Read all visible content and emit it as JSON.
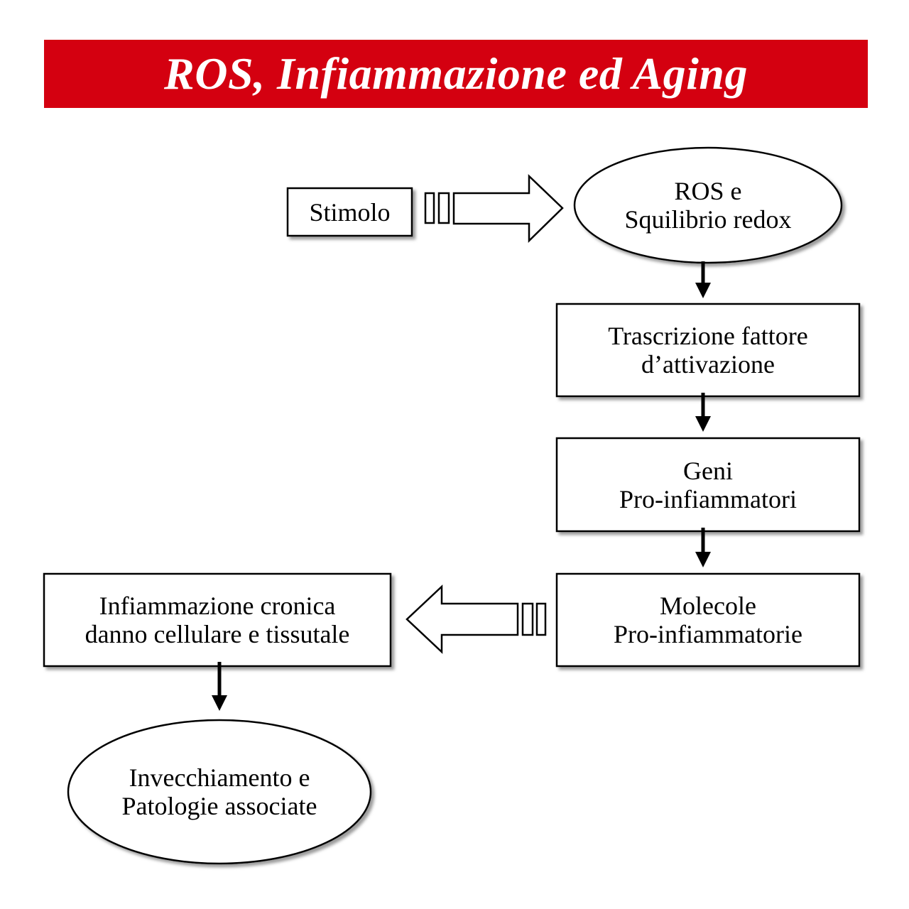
{
  "title": "ROS, Infiammazione ed Aging",
  "colors": {
    "banner": "#d40010",
    "title_text": "#ffffff",
    "stroke": "#000000",
    "shadow": "#7a7a7a"
  },
  "nodes": {
    "stimolo": {
      "line1": "Stimolo"
    },
    "ros": {
      "line1": "ROS e",
      "line2": "Squilibrio redox"
    },
    "trascrizione": {
      "line1": "Trascrizione fattore",
      "line2": "d’attivazione"
    },
    "geni": {
      "line1": "Geni",
      "line2": "Pro-infiammatori"
    },
    "molecole": {
      "line1": "Molecole",
      "line2": "Pro-infiammatorie"
    },
    "infiammazione": {
      "line1": "Infiammazione cronica",
      "line2": "danno cellulare e tissutale"
    },
    "invecchiamento": {
      "line1": "Invecchiamento e",
      "line2": "Patologie associate"
    }
  }
}
